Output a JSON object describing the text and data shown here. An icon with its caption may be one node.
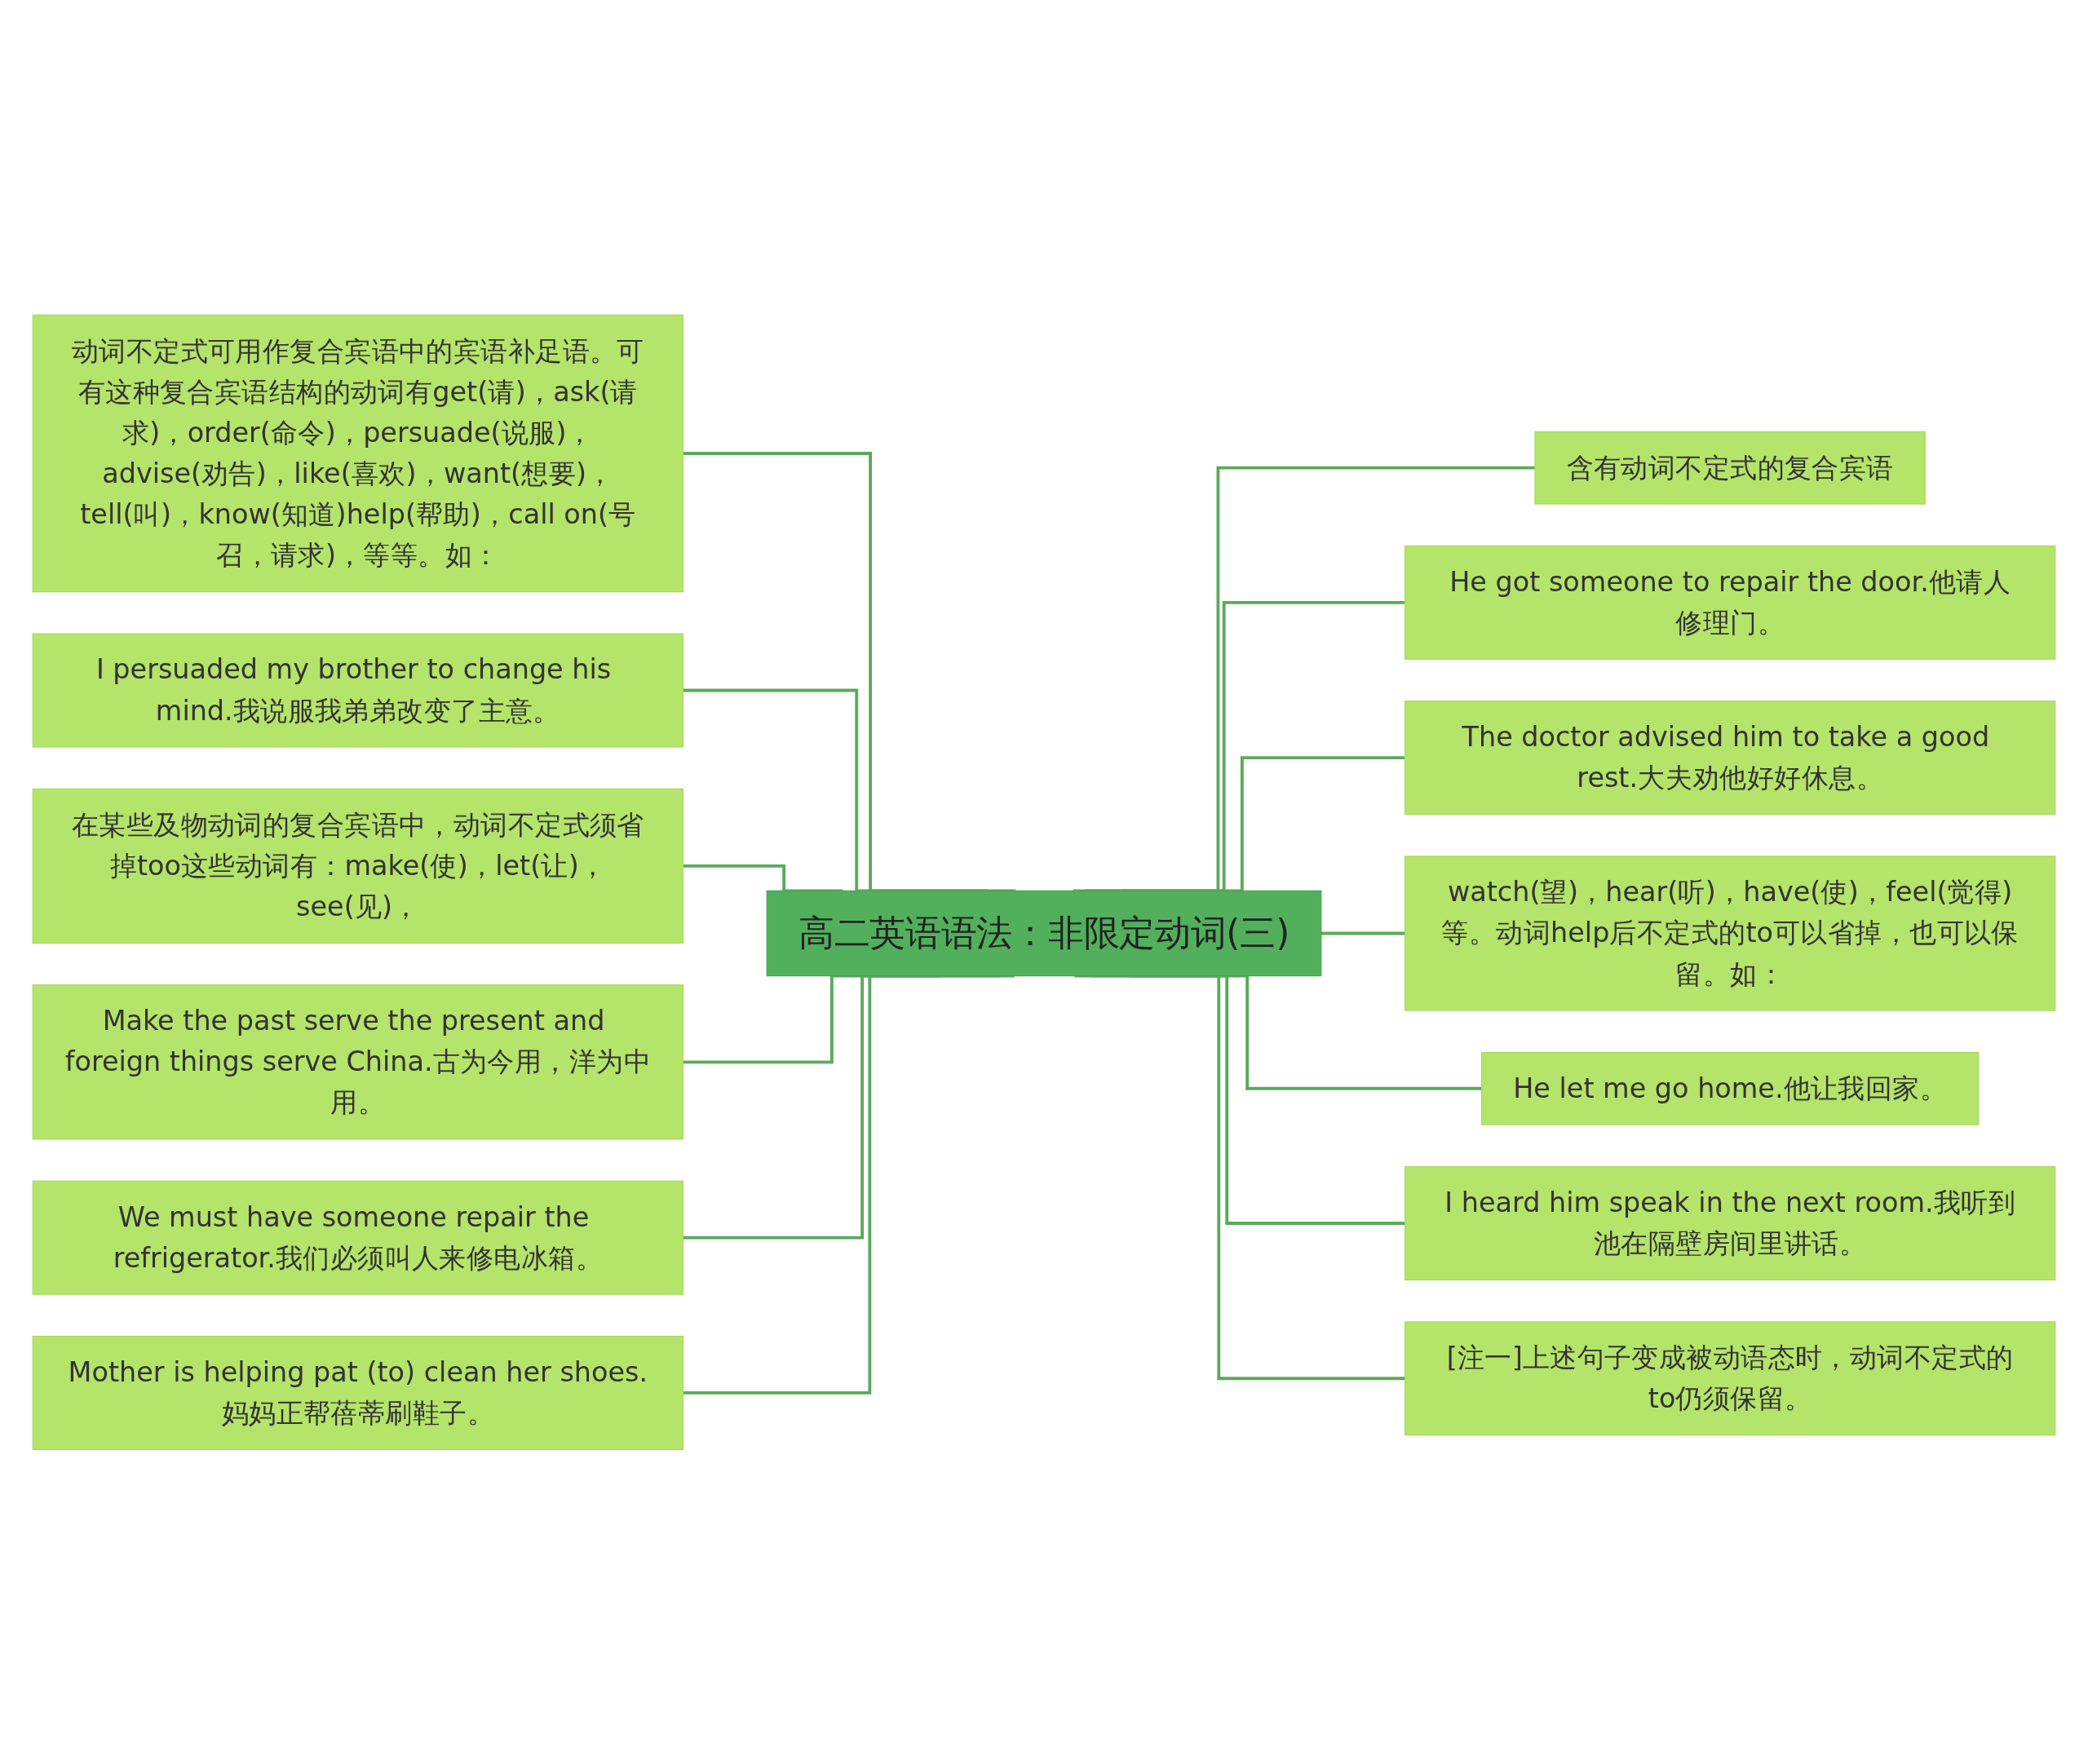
{
  "diagram": {
    "nodes": [
      {
        "text": [
          "高二英语语法：非限定动词(三)"
        ]
      },
      {
        "text": [
          "动词不定式可用作复合宾语中的宾语补足语。可有这种复合宾语结构的动词有get(请)，ask(请求)，order(命令)，persuade(说服)，advise(劝告)，like(喜欢)，want(想要)，tell(叫)，know(知道)help(帮助)，call on(号召，请求)，等等。如："
        ]
      },
      {
        "text": [
          "I persuaded my brother to change his mind.我说服我弟弟改变了主意。"
        ]
      },
      {
        "text": [
          "在某些及物动词的复合宾语中，动词不定式须省掉too这些动词有：make(使)，let(让)，see(见)，"
        ]
      },
      {
        "text": [
          "Make the past serve the present and foreign things serve China.古为今用，洋为中用。"
        ]
      },
      {
        "text": [
          "We must have someone repair the refrigerator.我们必须叫人来修电冰箱。"
        ]
      },
      {
        "text": [
          "Mother is helping pat (to) clean her shoes.妈妈正帮蓓蒂刷鞋子。"
        ]
      },
      {
        "text": [
          "含有动词不定式的复合宾语"
        ]
      },
      {
        "text": [
          "He got someone to repair the door.他请人修理门。"
        ]
      },
      {
        "text": [
          "The doctor advised him to take a good rest.大夫劝他好好休息。"
        ]
      },
      {
        "text": [
          "watch(望)，hear(听)，have(使)，feel(觉得)等。动词help后不定式的to可以省掉，也可以保留。如："
        ]
      },
      {
        "text": [
          "He let me go home.他让我回家。"
        ]
      },
      {
        "text": [
          "I heard him speak in the next room.我听到池在隔壁房间里讲话。"
        ]
      },
      {
        "text": [
          "[注一]上述句子变成被动语态时，动词不定式的to仍须保留。"
        ]
      }
    ],
    "edges": [
      {
        "from": 0,
        "to": 1,
        "arrow": "none"
      },
      {
        "from": 0,
        "to": 2,
        "arrow": "none"
      },
      {
        "from": 0,
        "to": 3,
        "arrow": "none"
      },
      {
        "from": 0,
        "to": 4,
        "arrow": "none"
      },
      {
        "from": 0,
        "to": 5,
        "arrow": "none"
      },
      {
        "from": 0,
        "to": 6,
        "arrow": "none"
      },
      {
        "from": 0,
        "to": 7,
        "arrow": "none"
      },
      {
        "from": 0,
        "to": 8,
        "arrow": "none"
      },
      {
        "from": 0,
        "to": 9,
        "arrow": "none"
      },
      {
        "from": 0,
        "to": 10,
        "arrow": "none"
      },
      {
        "from": 0,
        "to": 11,
        "arrow": "none"
      },
      {
        "from": 0,
        "to": 12,
        "arrow": "none"
      },
      {
        "from": 0,
        "to": 13,
        "arrow": "none"
      }
    ]
  }
}
